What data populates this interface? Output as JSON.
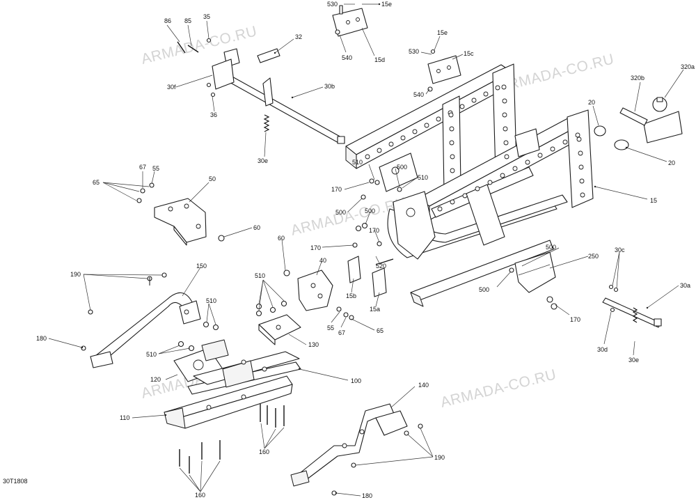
{
  "diagram": {
    "drawing_ref": "30T1808",
    "watermark": "ARMADA-CO.RU",
    "callouts": {
      "c530a": "530",
      "c15e_a": "15e",
      "c540a": "540",
      "c15d": "15d",
      "c86": "86",
      "c85": "85",
      "c35": "35",
      "c32": "32",
      "c15e_b": "15e",
      "c530b": "530",
      "c15c": "15c",
      "c540b": "540",
      "c30f": "30f",
      "c36": "36",
      "c30b": "30b",
      "c30e_a": "30e",
      "c320b": "320b",
      "c320a": "320a",
      "c20a": "20",
      "c20b": "20",
      "c510a": "510",
      "c500a": "500",
      "c510b": "510",
      "c67a": "67",
      "c55a": "55",
      "c65a": "65",
      "c50": "50",
      "c170a": "170",
      "c500b": "500",
      "c500c": "500",
      "c170b": "170",
      "c15": "15",
      "c60a": "60",
      "c170c": "170",
      "c520": "520",
      "c60b": "60",
      "c40": "40",
      "c15b": "15b",
      "c15a": "15a",
      "c500d": "500",
      "c250": "250",
      "c500e": "500",
      "c30c": "30c",
      "c190a": "190",
      "c150": "150",
      "c510c": "510",
      "c510d": "510",
      "c55b": "55",
      "c67b": "67",
      "c65b": "65",
      "c170d": "170",
      "c30a": "30a",
      "c180a": "180",
      "c510e": "510",
      "c130": "130",
      "c30d": "30d",
      "c30e_b": "30e",
      "c120": "120",
      "c100": "100",
      "c140": "140",
      "c110": "110",
      "c160a": "160",
      "c190b": "190",
      "c160b": "160",
      "c180b": "180"
    }
  }
}
